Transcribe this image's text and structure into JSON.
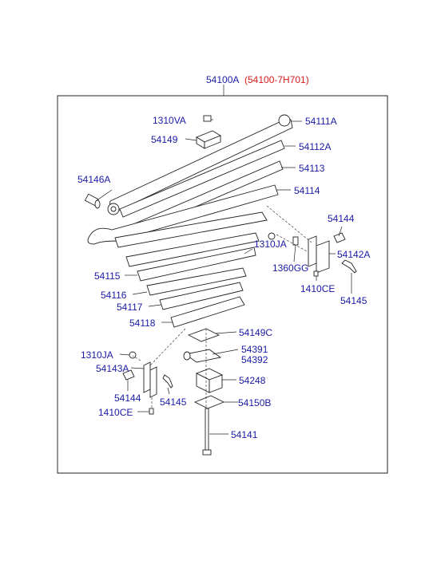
{
  "header": {
    "main_part": "54100A",
    "main_part_ref": "(54100-7H701)"
  },
  "callouts": {
    "p54111A": "54111A",
    "p1310VA": "1310VA",
    "p54149": "54149",
    "p54112A": "54112A",
    "p54113": "54113",
    "p54146A": "54146A",
    "p54114": "54114",
    "p54144_top": "54144",
    "p1310JA_top": "1310JA",
    "p54142A": "54142A",
    "p1360GG": "1360GG",
    "p1410CE_top": "1410CE",
    "p54145_top": "54145",
    "p54115": "54115",
    "p54116": "54116",
    "p54117": "54117",
    "p54118": "54118",
    "p54149C": "54149C",
    "p1310JA_bot": "1310JA",
    "p54391": "54391",
    "p54392": "54392",
    "p54143A": "54143A",
    "p54248": "54248",
    "p54144_bot": "54144",
    "p54145_bot": "54145",
    "p54150B": "54150B",
    "p1410CE_bot": "1410CE",
    "p54141": "54141"
  },
  "colors": {
    "label_blue": "#1a1aa6",
    "label_red": "#d81b1b",
    "line": "#222222"
  }
}
